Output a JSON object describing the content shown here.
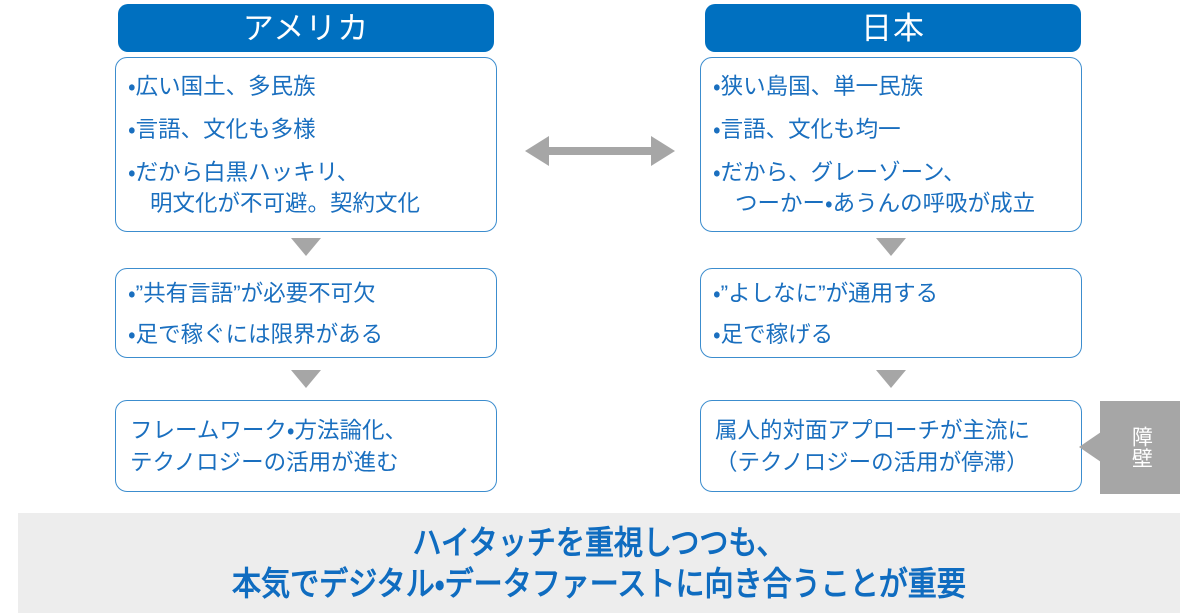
{
  "diagram": {
    "columns": [
      {
        "id": "america",
        "header": "アメリカ",
        "boxes": [
          {
            "bulleted": true,
            "lines": [
              {
                "text": "広い国土、多民族",
                "bullet": true
              },
              {
                "text": "言語、文化も多様",
                "bullet": true
              },
              {
                "text": "だから白黒ハッキリ、",
                "bullet": true
              },
              {
                "text": "明文化が不可避。契約文化",
                "bullet": false,
                "indent": true
              }
            ]
          },
          {
            "bulleted": true,
            "lines": [
              {
                "text": "”共有言語”が必要不可欠",
                "bullet": true
              },
              {
                "text": "足で稼ぐには限界がある",
                "bullet": true
              }
            ]
          },
          {
            "bulleted": false,
            "lines": [
              {
                "text": "フレームワーク・方法論化、",
                "bullet": false
              },
              {
                "text": "テクノロジーの活用が進む",
                "bullet": false
              }
            ]
          }
        ]
      },
      {
        "id": "japan",
        "header": "日本",
        "boxes": [
          {
            "bulleted": true,
            "lines": [
              {
                "text": "狭い島国、単一民族",
                "bullet": true
              },
              {
                "text": "言語、文化も均一",
                "bullet": true
              },
              {
                "text": "だから、グレーゾーン、",
                "bullet": true
              },
              {
                "text": "つーかー・あうんの呼吸が成立",
                "bullet": false,
                "indent": true
              }
            ]
          },
          {
            "bulleted": true,
            "lines": [
              {
                "text": "”よしなに”が通用する",
                "bullet": true
              },
              {
                "text": "足で稼げる",
                "bullet": true
              }
            ]
          },
          {
            "bulleted": false,
            "lines": [
              {
                "text": "属人的対面アプローチが主流に",
                "bullet": false
              },
              {
                "text": "（テクノロジーの活用が停滞）",
                "bullet": false
              }
            ]
          }
        ]
      }
    ],
    "barrier": {
      "label": "障壁"
    },
    "banner": {
      "line1": "ハイタッチを重視しつつも、",
      "line2": "本気でデジタル・データファーストに向き合うことが重要"
    },
    "colors": {
      "header_blue": "#0070C0",
      "text_blue": "#1A6FBF",
      "box_border": "#3C8DCE",
      "arrow_gray": "#A6A6A6",
      "banner_bg": "#EDEDED",
      "banner_text": "#0F6CC0"
    }
  }
}
